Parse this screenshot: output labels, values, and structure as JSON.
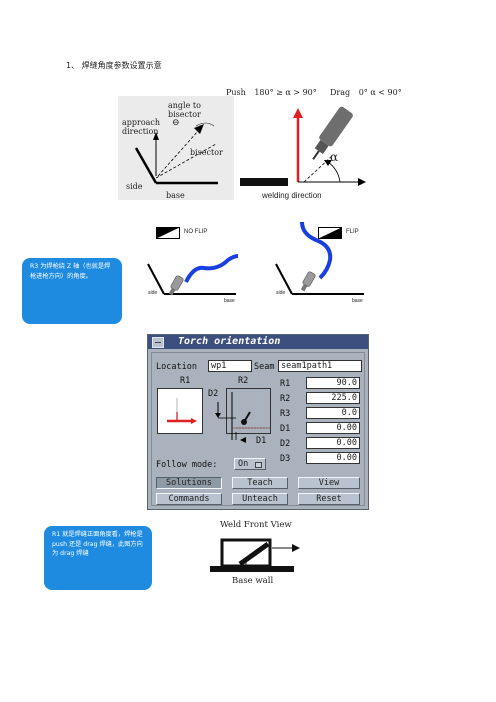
{
  "heading": "1、 焊缝角度参数设置示意",
  "fig1": {
    "labels": {
      "approach": "approach",
      "direction": "direction",
      "angle_to": "angle to",
      "bisector": "bisector",
      "bisector2": "bisector",
      "side": "side",
      "base": "base"
    }
  },
  "fig2": {
    "push": "Push",
    "push_rule": "180° ≥ α > 90°",
    "drag": "Drag",
    "drag_rule": "0°  α < 90°",
    "alpha": "α",
    "welding_direction": "welding direction"
  },
  "flip_labels": {
    "no_flip": "NO FLIP",
    "flip": "FLIP",
    "side": "side",
    "base": "base"
  },
  "callouts": {
    "r3": "R3 为焊枪绕 Z 轴（也就是焊枪进枪方向）的角度。",
    "r1": "R1 就是焊缝正面角度看，焊枪是 push 还是 drag 焊缝，此图方向为 drag 焊缝"
  },
  "panel": {
    "title": "Torch orientation",
    "location_label": "Location",
    "location_value": "wp1",
    "seam_label": "Seam",
    "seam_value": "seam1path1",
    "r1_header": "R1",
    "r2_header": "R2",
    "d2_label": "D2",
    "d1_label": "D1",
    "params": [
      {
        "label": "R1",
        "value": "90.0"
      },
      {
        "label": "R2",
        "value": "225.0"
      },
      {
        "label": "R3",
        "value": "0.0"
      },
      {
        "label": "D1",
        "value": "0.00"
      },
      {
        "label": "D2",
        "value": "0.00"
      },
      {
        "label": "D3",
        "value": "0.00"
      }
    ],
    "follow_label": "Follow mode:",
    "follow_value": "On",
    "buttons": [
      "Solutions",
      "Teach",
      "View",
      "Commands",
      "Unteach",
      "Reset"
    ]
  },
  "weld_view": {
    "title": "Weld Front View",
    "base_wall": "Base wall"
  },
  "colors": {
    "callout_blue": "#1e8be0",
    "wire_blue": "#1a3fe0",
    "arrow_red": "#e02020",
    "panel_title": "#3d4f7f"
  }
}
